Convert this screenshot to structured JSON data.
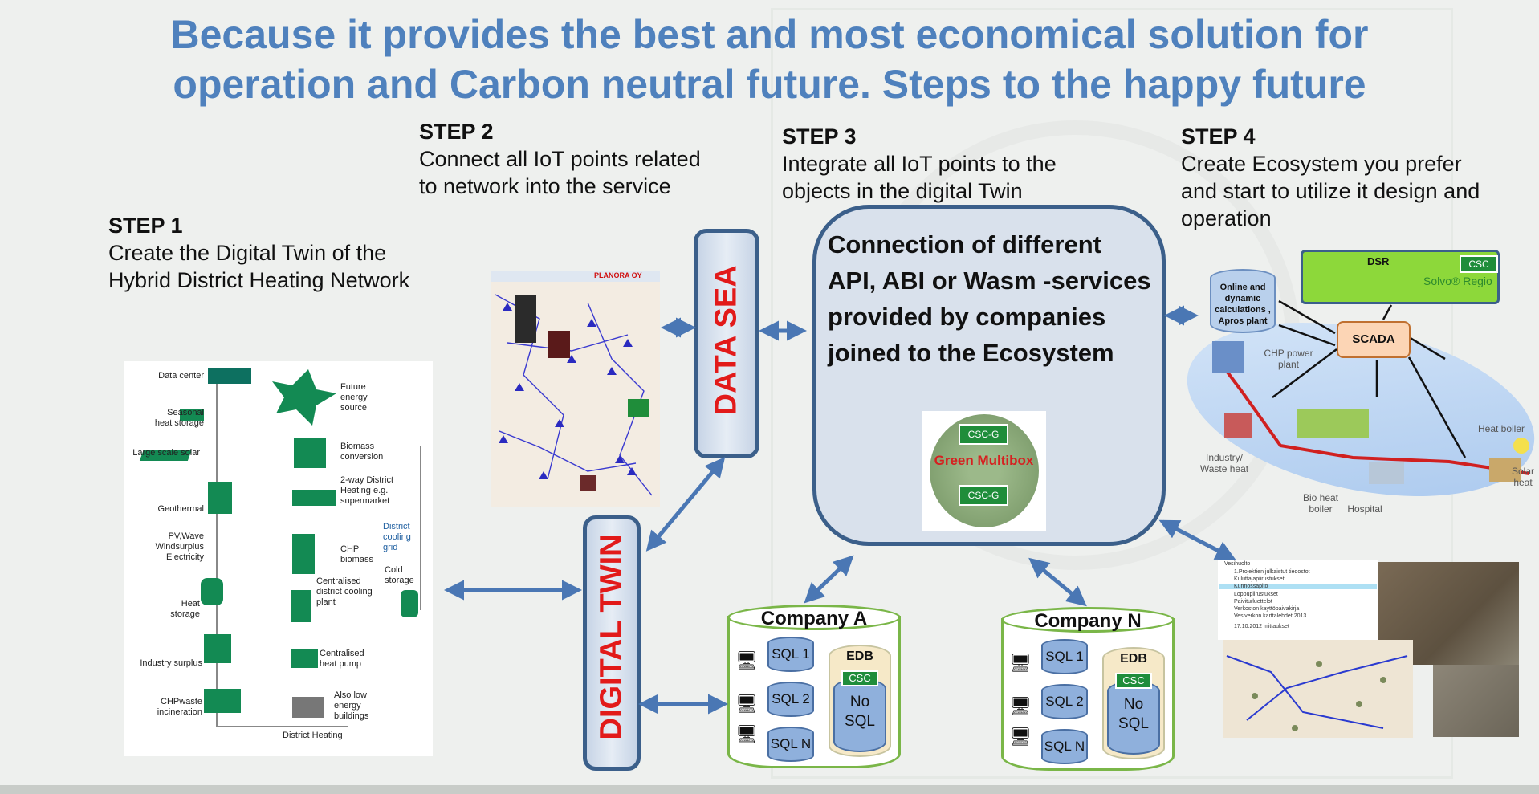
{
  "title": {
    "line1": "Because it provides the best and most economical solution for",
    "line2": "operation and Carbon neutral future. Steps to the happy future"
  },
  "steps": [
    {
      "heading": "STEP 1",
      "line1": "Create the Digital Twin of the",
      "line2": "Hybrid District Heating Network"
    },
    {
      "heading": "STEP 2",
      "line1": "Connect all IoT points related",
      "line2": "to network into the service"
    },
    {
      "heading": "STEP 3",
      "line1": "Integrate all IoT points to the",
      "line2": "objects in the digital Twin"
    },
    {
      "heading": "STEP 4",
      "line1": "Create Ecosystem you prefer",
      "line2": "and start to utilize it design and",
      "line3": "operation"
    }
  ],
  "district_heating": {
    "left": [
      "Data center",
      "Seasonal heat storage",
      "Large scale solar",
      "Geothermal",
      "PV,Wave Windsurplus Electricity",
      "Heat storage",
      "Industry surplus",
      "CHPwaste incineration"
    ],
    "right": [
      "Future energy source",
      "Biomass conversion",
      "2-way District Heating e.g. supermarket",
      "CHP biomass",
      "District cooling grid",
      "Centralised district cooling plant",
      "Cold storage",
      "Centralised heat pump",
      "Also low energy buildings"
    ],
    "bottom": "District Heating"
  },
  "iot_panel": {
    "brand": "PLANORA OY"
  },
  "data_sea": "DATA SEA",
  "digital_twin": "DIGITAL TWIN",
  "center": {
    "line1": "Connection of different",
    "line2": "API, ABI or Wasm -services",
    "line3": "provided by companies",
    "line4": "joined to the Ecosystem"
  },
  "multibox": {
    "tag_top": "CSC-G",
    "label": "Green Multibox",
    "tag_bottom": "CSC-G"
  },
  "companies": [
    {
      "name": "Company A",
      "sql": [
        "SQL 1",
        "SQL 2",
        "SQL N"
      ],
      "edb": "EDB",
      "csc": "CSC",
      "nosql": [
        "No",
        "SQL"
      ]
    },
    {
      "name": "Company N",
      "sql": [
        "SQL 1",
        "SQL 2",
        "SQL N"
      ],
      "edb": "EDB",
      "csc": "CSC",
      "nosql": [
        "No",
        "SQL"
      ]
    }
  ],
  "ecosystem": {
    "online": "Online and dynamic calculations , Apros plant",
    "scada": "SCADA",
    "dsr": "DSR",
    "solvo": "Solvo® Regio",
    "solvo_csc": "CSC",
    "labels": [
      "CHP power plant",
      "Heat boiler",
      "Industry/ Waste heat",
      "Bio heat boiler",
      "Hospital",
      "Solar heat"
    ]
  },
  "folder_list": [
    "Vesihuolto",
    "1.Projektien julkaistut tiedostot",
    "Kuluttajapiirustukset",
    "Kunnossapito",
    "Loppupiirustukset",
    "Paiviturluettelot",
    "Verkoston kayttöpaivakirja",
    "Vesiverkon karttalehdet 2013",
    "17.10.2012 mittaukset"
  ],
  "colors": {
    "title": "#4f81bd",
    "frame": "#3b5f8a",
    "red_text": "#e21a1a",
    "arrow": "#4a77b4",
    "company_outline": "#7ab648",
    "csc_green": "#1f8d3a"
  }
}
